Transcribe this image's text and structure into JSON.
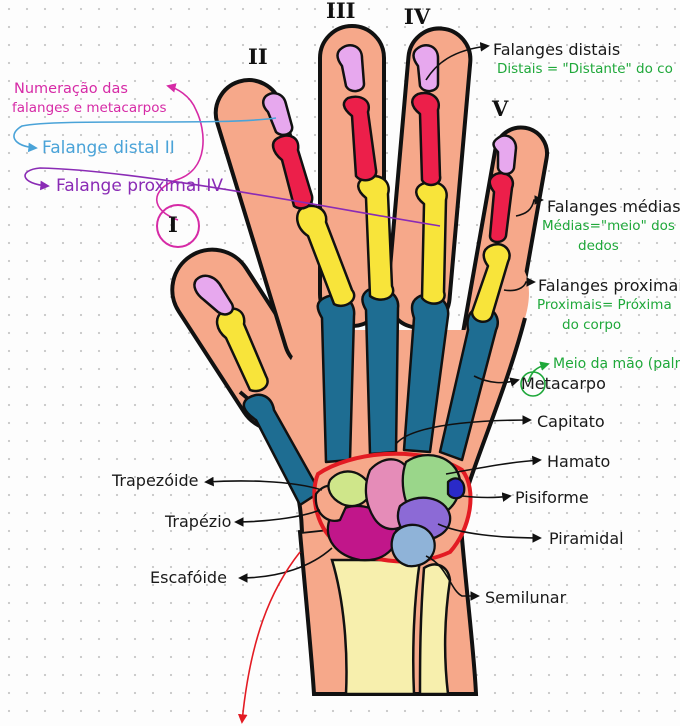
{
  "annotations": {
    "numeracao_line1": "Numeração das",
    "numeracao_line2": "falanges e metacarpos",
    "falange_distal": "Falange distal II",
    "falange_proximal": "Falange proximal IV"
  },
  "roman": {
    "I": "I",
    "II": "II",
    "III": "III",
    "IV": "IV",
    "V": "V"
  },
  "labels": {
    "falanges_distais": "Falanges distais",
    "distais_note": "Distais = \"Distante\" do co",
    "falanges_medias": "Falanges médias",
    "medias_note_1": "Médias=\"meio\" dos",
    "medias_note_2": "dedos",
    "falanges_proximais": "Falanges proximais",
    "proximais_note_1": "Proximais= Próxima",
    "proximais_note_2": "do corpo",
    "meio_da_mao": "Meio da mão (palm",
    "metacarpo": "Metacarpo",
    "capitato": "Capitato",
    "hamato": "Hamato",
    "pisiforme": "Pisiforme",
    "piramidal": "Piramidal",
    "semilunar": "Semilunar",
    "trapezoide": "Trapezóide",
    "trapezio": "Trapézio",
    "escafoide": "Escafóide"
  },
  "colors": {
    "skin": "#f6a88a",
    "distal": "#e7a8ee",
    "middle": "#ec1f4a",
    "proximal": "#f8e43a",
    "metacarpal": "#1e6d92",
    "forearm": "#f7efad",
    "carpal_outline": "#e31b23",
    "annotation_green": "#1fa83a",
    "annotation_pink": "#d62aa6"
  }
}
